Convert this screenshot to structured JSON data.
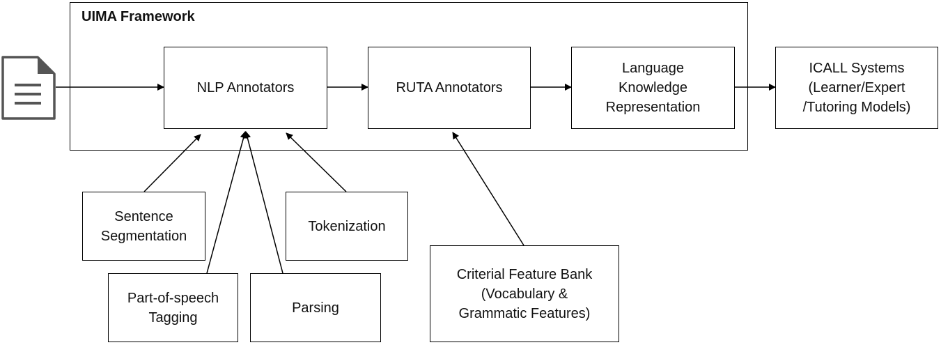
{
  "framework": {
    "title": "UIMA Framework"
  },
  "input_document": {
    "icon": "document-icon"
  },
  "boxes": {
    "nlp": "NLP Annotators",
    "ruta": "RUTA Annotators",
    "lkr": "Language\nKnowledge\nRepresentation",
    "icall": "ICALL Systems\n(Learner/Expert\n/Tutoring Models)",
    "sentence_segmentation": "Sentence\nSegmentation",
    "pos_tagging": "Part-of-speech\nTagging",
    "parsing": "Parsing",
    "tokenization": "Tokenization",
    "criterial_feature_bank": "Criterial Feature Bank\n(Vocabulary &\nGrammatic Features)"
  },
  "colors": {
    "stroke": "#000000",
    "icon": "#555555"
  }
}
